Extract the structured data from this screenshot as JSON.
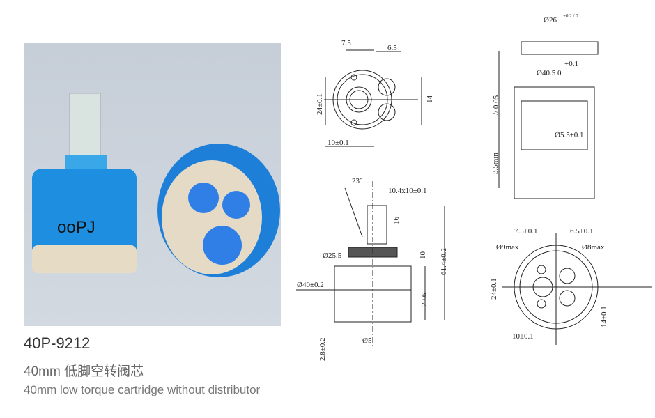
{
  "product": {
    "model": "40P-9212",
    "title_cn": "40mm 低脚空转阀芯",
    "title_en": "40mm low torque cartridge without distributor",
    "photo_logo": "ooPJ"
  },
  "drawings": {
    "top_view": {
      "d1": "7.5",
      "d2": "6.5",
      "d3": "24±0.1",
      "d4": "14",
      "d5": "10±0.1"
    },
    "side_view": {
      "angle": "23°",
      "stem": "10.4x10±0.1",
      "stem_h": "16",
      "gear_d": "Ø25.5",
      "gear_h": "10",
      "body_d": "Ø40±0.2",
      "body_h": "29.6",
      "total_h": "61.4±0.2",
      "foot_h": "2.8±0.2",
      "pin_d": "Ø5"
    },
    "section_view": {
      "d_top": "Ø26",
      "d_top_tol": "+0.2 / 0",
      "tol_plus": "+0.1",
      "d_main": "Ø40.5  0",
      "parallel": "// 0.05",
      "hole": "Ø5.5±0.1",
      "min_depth": "3.5min"
    },
    "seat_view": {
      "d1": "7.5±0.1",
      "d2": "6.5±0.1",
      "h1": "Ø9max",
      "h2": "Ø8max",
      "d3": "24±0.1",
      "d4": "14±0.1",
      "d5": "10±0.1"
    }
  }
}
